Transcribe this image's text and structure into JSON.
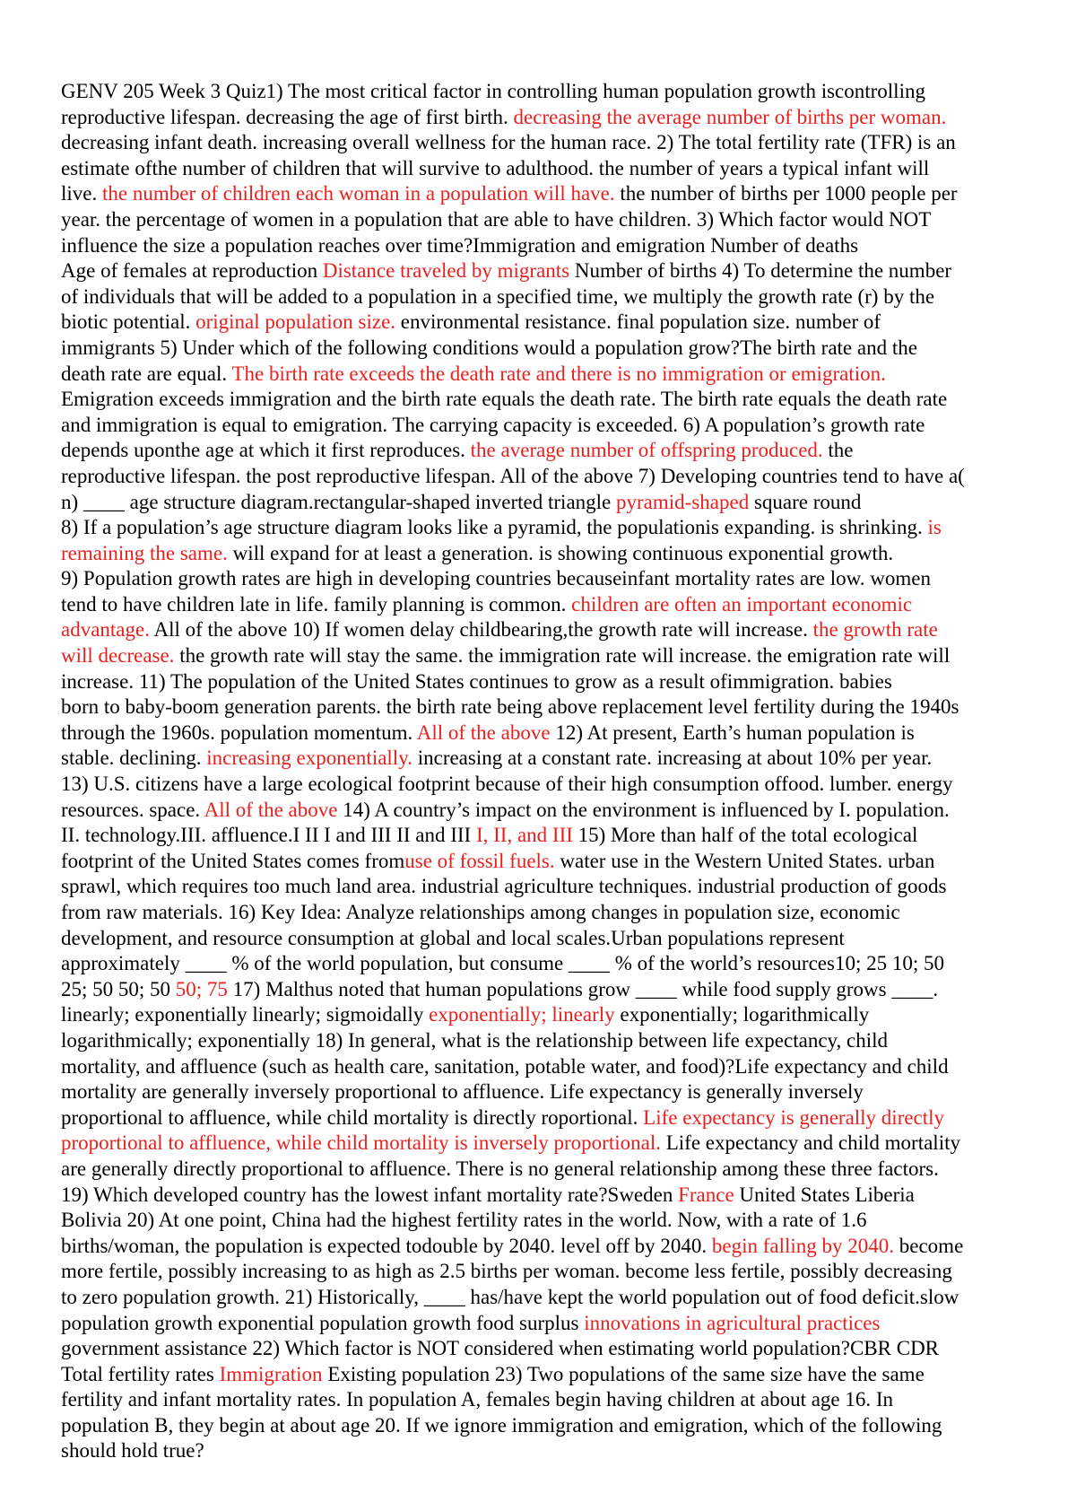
{
  "document": {
    "answer_color": "#e8201e",
    "text_color": "#000000",
    "lines": [
      [
        [
          "GENV 205 Week 3 Quiz1) The most critical factor in controlling human population growth iscontrolling",
          false
        ]
      ],
      [
        [
          "reproductive lifespan. decreasing the age of first birth. ",
          false
        ],
        [
          "decreasing the average number of births per woman.",
          true
        ]
      ],
      [
        [
          "decreasing infant death. increasing overall wellness for the human race. 2) The total fertility rate (TFR) is an",
          false
        ]
      ],
      [
        [
          "estimate ofthe number of children that will survive to adulthood. the number of years a typical infant will",
          false
        ]
      ],
      [
        [
          "live. ",
          false
        ],
        [
          "the number of children each woman in a population will have.",
          true
        ],
        [
          " the number of births per 1000 people per",
          false
        ]
      ],
      [
        [
          "year. the percentage of women in a population that are able to have children. 3) Which factor would NOT",
          false
        ]
      ],
      [
        [
          "influence the size a population reaches over time?Immigration and emigration Number of deaths",
          false
        ]
      ],
      [
        [
          "Age of females at reproduction ",
          false
        ],
        [
          "Distance traveled by migrants",
          true
        ],
        [
          " Number of births 4) To determine the number",
          false
        ]
      ],
      [
        [
          "of individuals that will be added to a population in a specified time,  we multiply the growth rate (r) by the",
          false
        ]
      ],
      [
        [
          "biotic potential. ",
          false
        ],
        [
          "original population size.",
          true
        ],
        [
          " environmental resistance. final population size. number of",
          false
        ]
      ],
      [
        [
          "immigrants 5) Under which of the following conditions would a population grow?The birth rate and the",
          false
        ]
      ],
      [
        [
          "death rate are equal. ",
          false
        ],
        [
          "The birth rate exceeds the death rate and there is no immigration or emigration.",
          true
        ]
      ],
      [
        [
          "Emigration exceeds immigration and the birth rate equals the death rate. The birth rate equals the death rate",
          false
        ]
      ],
      [
        [
          "and immigration is equal to emigration. The carrying capacity is exceeded. 6) A population’s growth rate",
          false
        ]
      ],
      [
        [
          "depends uponthe age at which it first reproduces. ",
          false
        ],
        [
          "the average number of offspring produced.",
          true
        ],
        [
          " the",
          false
        ]
      ],
      [
        [
          "reproductive lifespan. the post reproductive lifespan. All of the above 7) Developing countries tend to have a(",
          false
        ]
      ],
      [
        [
          "n) ____ age structure diagram.rectangular-shaped inverted triangle ",
          false
        ],
        [
          "pyramid-shaped",
          true
        ],
        [
          " square round",
          false
        ]
      ],
      [
        [
          "8) If a population’s age structure diagram looks like a pyramid, the populationis expanding. is shrinking. ",
          false
        ],
        [
          "is",
          true
        ]
      ],
      [
        [
          "remaining the same.",
          true
        ],
        [
          " will expand for at least a generation. is showing continuous exponential growth.",
          false
        ]
      ],
      [
        [
          "9) Population growth rates are high in developing countries becauseinfant mortality rates are low. women",
          false
        ]
      ],
      [
        [
          "tend to have children late in life. family planning is common. ",
          false
        ],
        [
          "children are often an important economic",
          true
        ]
      ],
      [
        [
          "advantage.",
          true
        ],
        [
          " All of the above 10) If women delay childbearing,the growth rate will increase. ",
          false
        ],
        [
          "the growth rate",
          true
        ]
      ],
      [
        [
          "will decrease.",
          true
        ],
        [
          " the growth rate will stay the same. the immigration rate will increase. the emigration rate will",
          false
        ]
      ],
      [
        [
          "increase. 11) The population of the United States continues to grow as a result ofimmigration. babies",
          false
        ]
      ],
      [
        [
          "born to baby-boom generation parents. the birth rate being above replacement level fertility during the 1940s",
          false
        ]
      ],
      [
        [
          "through the 1960s. population momentum. ",
          false
        ],
        [
          "All of the above",
          true
        ],
        [
          " 12) At present, Earth’s human population is",
          false
        ]
      ],
      [
        [
          "stable. declining. ",
          false
        ],
        [
          "increasing exponentially.",
          true
        ],
        [
          " increasing at a constant rate. increasing at about 10% per year.",
          false
        ]
      ],
      [
        [
          "13) U.S. citizens have a large ecological footprint because of their high consumption offood. lumber. energy",
          false
        ]
      ],
      [
        [
          "resources. space. ",
          false
        ],
        [
          "All of the above",
          true
        ],
        [
          " 14) A country’s impact on the environment is influenced by I. population.",
          false
        ]
      ],
      [
        [
          "II. technology.III. affluence.I II I and III II and III ",
          false
        ],
        [
          "I, II, and III",
          true
        ],
        [
          " 15) More than half of the total ecological",
          false
        ]
      ],
      [
        [
          "footprint of the United States comes from",
          false
        ],
        [
          "use of fossil fuels.",
          true
        ],
        [
          " water use in the Western United States. urban",
          false
        ]
      ],
      [
        [
          "sprawl, which requires too much land area. industrial agriculture techniques. industrial production of goods",
          false
        ]
      ],
      [
        [
          "from raw materials. 16) Key Idea: Analyze relationships among changes in population size, economic",
          false
        ]
      ],
      [
        [
          "development, and resource consumption at global and local scales.Urban populations represent",
          false
        ]
      ],
      [
        [
          "approximately ____ % of the world population, but consume ____ % of the world’s resources10; 25 10; 50",
          false
        ]
      ],
      [
        [
          "25; 50 50; 50 ",
          false
        ],
        [
          "50; 75",
          true
        ],
        [
          " 17) Malthus noted that human populations grow ____ while food supply grows ____.",
          false
        ]
      ],
      [
        [
          "linearly; exponentially linearly; sigmoidally ",
          false
        ],
        [
          "exponentially; linearly",
          true
        ],
        [
          " exponentially; logarithmically",
          false
        ]
      ],
      [
        [
          "logarithmically; exponentially 18) In general, what is the relationship between life expectancy, child",
          false
        ]
      ],
      [
        [
          "mortality, and affluence (such as health care, sanitation, potable water, and food)?Life expectancy and child",
          false
        ]
      ],
      [
        [
          "mortality are generally inversely proportional to affluence. Life expectancy is generally inversely",
          false
        ]
      ],
      [
        [
          "proportional to affluence, while child mortality is directly roportional. ",
          false
        ],
        [
          "Life expectancy is generally directly",
          true
        ]
      ],
      [
        [
          "proportional to affluence, while child mortality is inversely proportional.",
          true
        ],
        [
          " Life expectancy and child mortality",
          false
        ]
      ],
      [
        [
          "are generally directly proportional to affluence. There is no general relationship among these three factors.",
          false
        ]
      ],
      [
        [
          "19) Which developed country has the lowest infant mortality rate?Sweden ",
          false
        ],
        [
          "France",
          true
        ],
        [
          " United States Liberia",
          false
        ]
      ],
      [
        [
          "Bolivia 20) At one point, China had the highest fertility rates in the world. Now, with a rate of 1.6",
          false
        ]
      ],
      [
        [
          "births/woman, the population is expected todouble by 2040. level off by 2040. ",
          false
        ],
        [
          "begin falling by 2040.",
          true
        ],
        [
          " become",
          false
        ]
      ],
      [
        [
          "more fertile, possibly increasing to as high as 2.5 births per woman. become less fertile, possibly decreasing",
          false
        ]
      ],
      [
        [
          "to zero population growth. 21) Historically, ____ has/have kept the world population out of food deficit.slow",
          false
        ]
      ],
      [
        [
          "population growth exponential population growth food surplus ",
          false
        ],
        [
          "innovations in agricultural practices",
          true
        ]
      ],
      [
        [
          "government assistance 22) Which factor is NOT considered when estimating world population?CBR CDR",
          false
        ]
      ],
      [
        [
          "Total fertility rates ",
          false
        ],
        [
          "Immigration",
          true
        ],
        [
          " Existing population 23) Two populations of the same size have the same",
          false
        ]
      ],
      [
        [
          "fertility and infant mortality rates. In population A, females begin having children at about age 16. In",
          false
        ]
      ],
      [
        [
          "population B, they begin at about age 20. If we ignore immigration and emigration, which of the following",
          false
        ]
      ],
      [
        [
          "should hold true?",
          false
        ]
      ]
    ]
  }
}
